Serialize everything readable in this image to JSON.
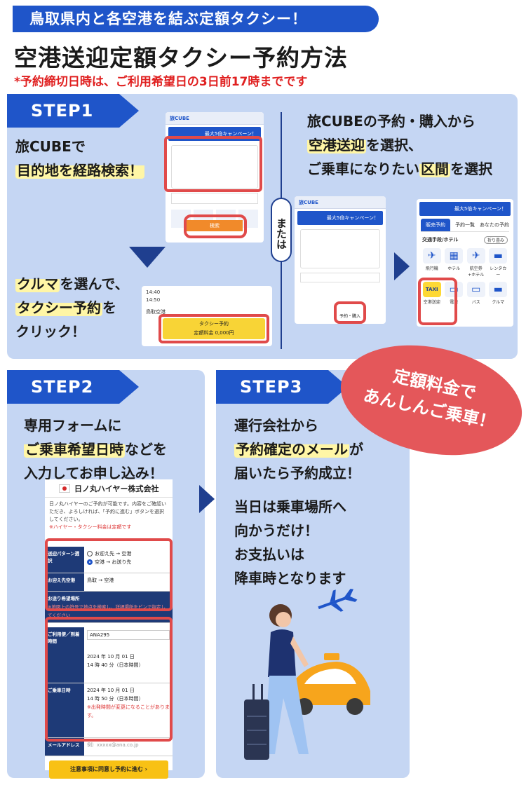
{
  "header": {
    "pill": "鳥取県内と各空港を結ぶ定額タクシー！",
    "title": "空港送迎定額タクシー予約方法",
    "deadline": "*予約締切日時は、ご利用希望日の3日前17時までです"
  },
  "step1": {
    "tab": "STEP1",
    "text_a_line1": "旅CUBEで",
    "text_a_line2": "目的地を経路検索！",
    "text_b_line1_hl": "クルマ",
    "text_b_line1_rest": "を選んで、",
    "text_b_line2_hl": "タクシー予約",
    "text_b_line2_rest": "を",
    "text_b_line3": "クリック！",
    "or_label": "または",
    "text_c_line1": "旅CUBEの予約・購入から",
    "text_c_line2_hl": "空港送迎",
    "text_c_line2_rest": "を選択、",
    "text_c_line3_a": "ご乗車になりたい",
    "text_c_line3_hl": "区間",
    "text_c_line3_b": "を選択",
    "shot_search": {
      "app": "旅CUBE",
      "banner": "最大5倍キャンペーン！",
      "search_btn": "検索"
    },
    "shot_taxi": {
      "time1": "14:40",
      "time2": "14:50",
      "from": "鳥取空港",
      "btn_title": "タクシー予約",
      "btn_sub": "定額料金 0,000円"
    },
    "shot_purchase": {
      "app": "旅CUBE",
      "banner": "最大5倍キャンペーン！",
      "purchase_label": "予約・購入"
    },
    "shot_transport": {
      "banner": "最大5倍キャンペーン！",
      "tabs": [
        "販売予約",
        "予約一覧",
        "あなたの予約"
      ],
      "section": "交通手段/ホテル",
      "collapse": "折り畳み",
      "taxi_badge": "TAXI",
      "items": [
        "飛行機",
        "ホテル",
        "航空券+ホテル",
        "レンタカー",
        "空港送迎",
        "電車",
        "バス",
        "クルマ"
      ]
    }
  },
  "step2": {
    "tab": "STEP2",
    "line1": "専用フォームに",
    "line2_hl": "ご乗車希望日時",
    "line2_rest": "などを",
    "line3": "入力してお申し込み！",
    "form": {
      "company": "日ノ丸ハイヤー株式会社",
      "intro": "日ノ丸ハイヤーのご予約が可能です。内容をご確認いただき、よろしければ、「予約に進む」ボタンを選択してください。",
      "intro_note": "※ハイヤー・タクシー料金は定額です",
      "pattern_label": "送迎パターン選択",
      "pattern_opt1": "お迎え先 → 空港",
      "pattern_opt2": "空港 → お送り先",
      "airport_label": "お迎え先空港",
      "airport_value": "鳥取 → 空港",
      "dropoff_label": "お送り希望場所",
      "dropoff_note": "※地図上の符号で地点を検索し、詳細場所をピンで指定してください",
      "flight_label": "ご利用便／到着時間",
      "flight_value": "ANA295",
      "flight_date": "2024 年 10 月 01 日",
      "flight_time": "14 時 40 分（日本時間）",
      "pickup_label": "ご乗車日時",
      "pickup_date": "2024 年 10 月 01 日",
      "pickup_time": "14 時 50 分（日本時間）",
      "pickup_note": "※出発時間が変更になることがあります。",
      "mail_label": "メールアドレス",
      "mail_value": "例）xxxxx@ana.co.jp",
      "submit": "注意事項に同意し予約に進む"
    }
  },
  "step3": {
    "tab": "STEP3",
    "line1": "運行会社から",
    "line2_hl": "予約確定のメール",
    "line2_rest": "が",
    "line3": "届いたら予約成立！",
    "line4": "当日は乗車場所へ",
    "line5": "向かうだけ！",
    "line6": "お支払いは",
    "line7": "降車時となります"
  },
  "stamp": {
    "line1": "定額料金で",
    "line2": "あんしんご乗車！"
  },
  "colors": {
    "brand_blue": "#1f55c9",
    "panel": "#c5d6f3",
    "accent_red": "#e04a4a",
    "highlight": "#fff6a6"
  }
}
